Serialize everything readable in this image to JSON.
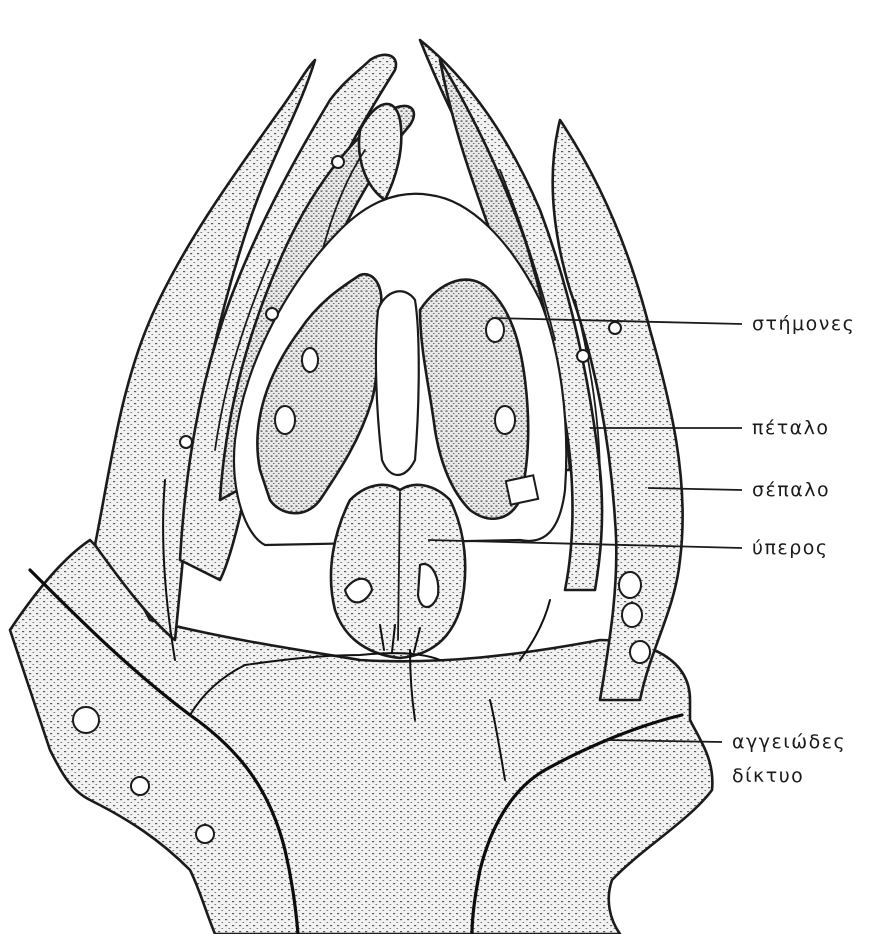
{
  "labels": {
    "stamens": "στήμονες",
    "petal": "πέταλο",
    "sepal": "σέπαλο",
    "pistil": "ύπερος",
    "vascular_line1": "αγγειώδες",
    "vascular_line2": "δίκτυο"
  },
  "colors": {
    "ink": "#1b1b1b",
    "background": "#ffffff"
  }
}
